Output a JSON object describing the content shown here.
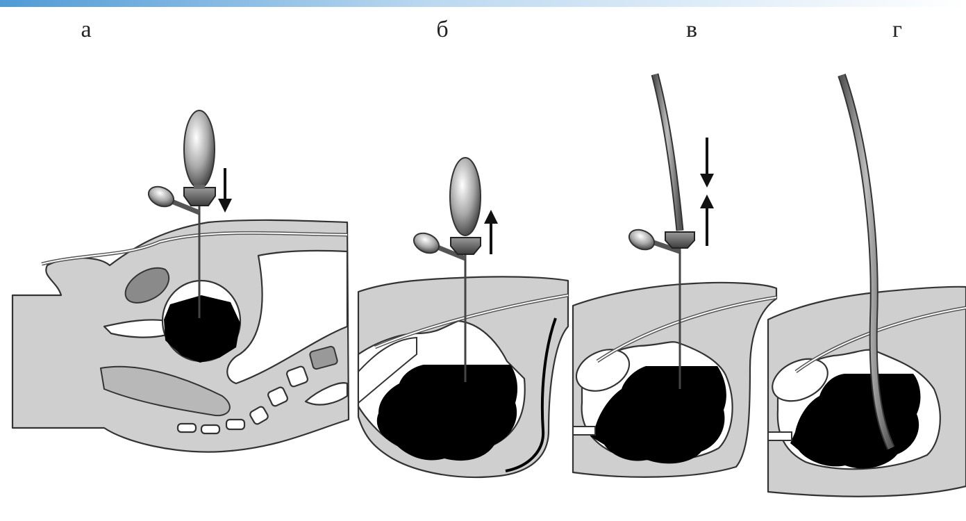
{
  "panels": [
    {
      "label": "а"
    },
    {
      "label": "б"
    },
    {
      "label": "в"
    },
    {
      "label": "г"
    }
  ],
  "colors": {
    "tissue": "#cfcfcf",
    "outline": "#333333",
    "mass": "#000000",
    "background": "#ffffff"
  }
}
